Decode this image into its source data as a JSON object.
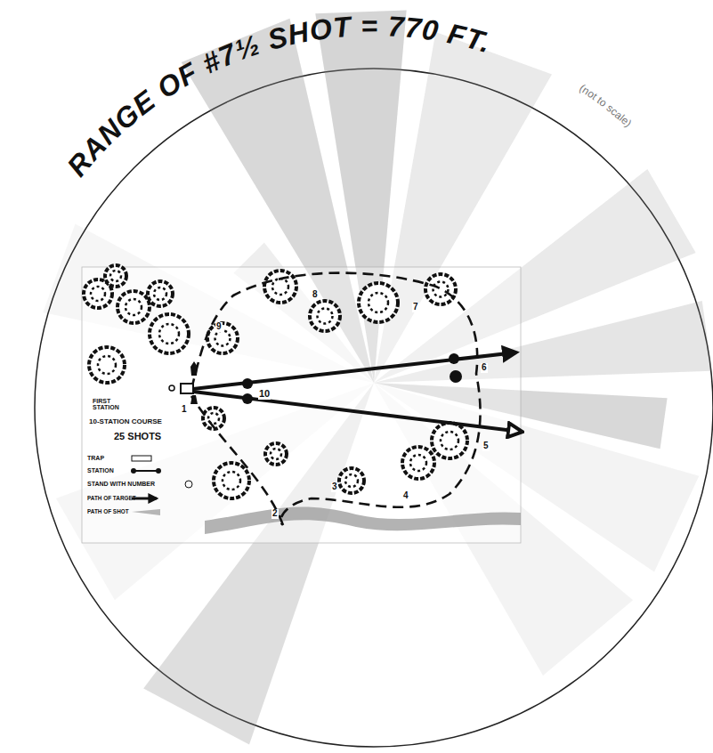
{
  "diagram": {
    "title": "RANGE OF #7½ SHOT = 770 FT.",
    "labels": [
      "(not to scale)",
      "FIRST STATION",
      "10-STATION COURSE",
      "25 SHOTS",
      "1",
      "2",
      "3",
      "4",
      "5",
      "6",
      "7",
      "8",
      "9",
      "10"
    ],
    "legend": [
      {
        "text": "TRAP"
      },
      {
        "text": "STATION"
      },
      {
        "text": "STAND WITH NUMBER"
      },
      {
        "text": "PATH OF TARGET"
      },
      {
        "text": "PATH OF SHOT"
      }
    ]
  }
}
